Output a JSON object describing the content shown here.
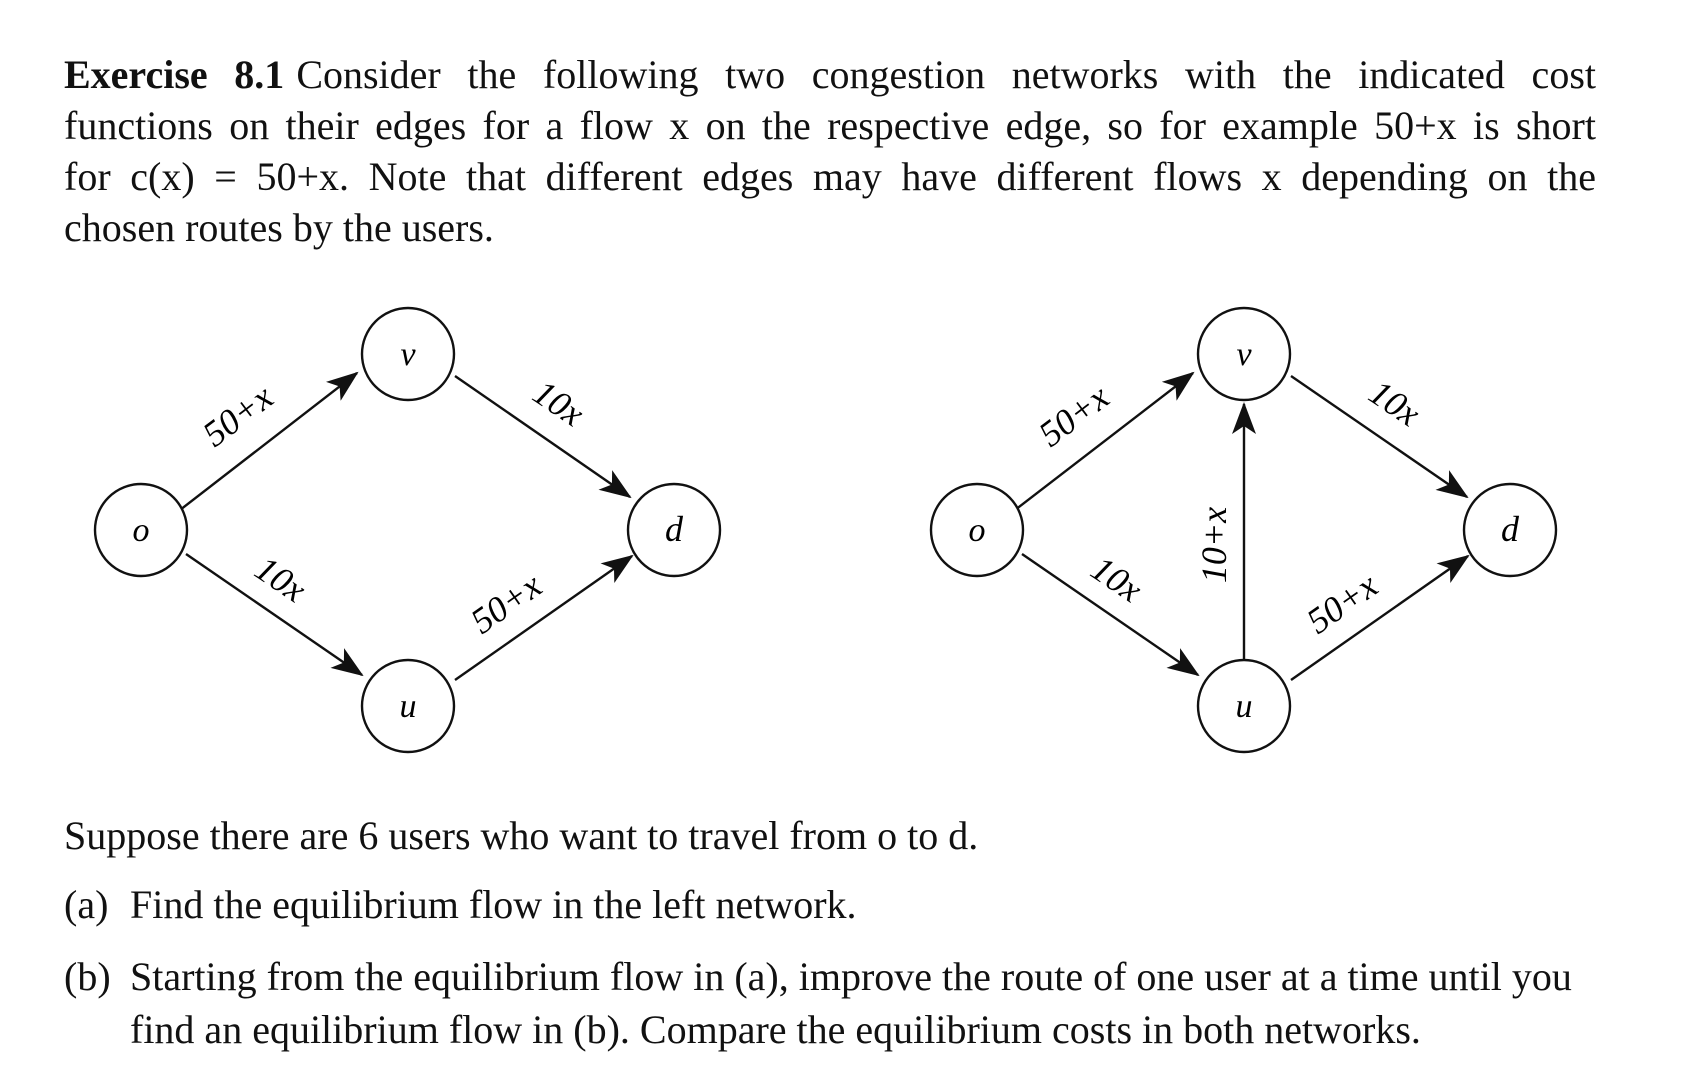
{
  "exercise": {
    "title": "Exercise 8.1",
    "lines": [
      "Consider the following two congestion networks with the indicated cost",
      "functions on their edges for a flow x on the respective edge, so for example 50+x is short",
      "for c(x) = 50+x. Note that different edges may have different flows x depending on the",
      "chosen routes by the users."
    ]
  },
  "networks": {
    "left": {
      "nodes": {
        "o": "o",
        "v": "v",
        "u": "u",
        "d": "d"
      },
      "edges": {
        "ov": "50+x",
        "vd": "10x",
        "ou": "10x",
        "ud": "50+x"
      }
    },
    "right": {
      "nodes": {
        "o": "o",
        "v": "v",
        "u": "u",
        "d": "d"
      },
      "edges": {
        "ov": "50+x",
        "vd": "10x",
        "ou": "10x",
        "ud": "50+x",
        "uv": "10+x"
      }
    }
  },
  "question": {
    "intro": "Suppose there are 6 users who want to travel from o to d.",
    "parts": [
      {
        "label": "(a)",
        "text": "Find the equilibrium flow in the left network."
      },
      {
        "label": "(b)",
        "text": "Starting from the equilibrium flow in (a), improve the route of one user at a time until you find an equilibrium flow in (b). Compare the equilibrium costs in both networks."
      }
    ]
  }
}
